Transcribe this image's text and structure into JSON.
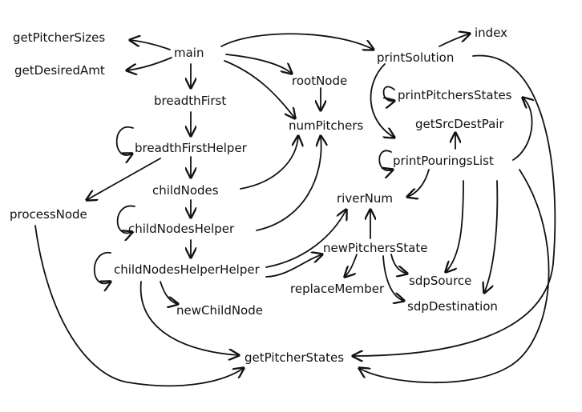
{
  "diagram": {
    "ink_color": "#111111",
    "background": "#ffffff",
    "nodes": [
      {
        "id": "getPitcherSizes",
        "label": "getPitcherSizes"
      },
      {
        "id": "getDesiredAmt",
        "label": "getDesiredAmt"
      },
      {
        "id": "main",
        "label": "main"
      },
      {
        "id": "rootNode",
        "label": "rootNode"
      },
      {
        "id": "printSolution",
        "label": "printSolution"
      },
      {
        "id": "index",
        "label": "index"
      },
      {
        "id": "breadthFirst",
        "label": "breadthFirst"
      },
      {
        "id": "printPitchersStates",
        "label": "printPitchersStates"
      },
      {
        "id": "numPitchers",
        "label": "numPitchers"
      },
      {
        "id": "getSrcDestPair",
        "label": "getSrcDestPair"
      },
      {
        "id": "breadthFirstHelper",
        "label": "breadthFirstHelper"
      },
      {
        "id": "printPouringsList",
        "label": "printPouringsList"
      },
      {
        "id": "childNodes",
        "label": "childNodes"
      },
      {
        "id": "riverNum",
        "label": "riverNum"
      },
      {
        "id": "processNode",
        "label": "processNode"
      },
      {
        "id": "childNodesHelper",
        "label": "childNodesHelper"
      },
      {
        "id": "newPitchersState",
        "label": "newPitchersState"
      },
      {
        "id": "childNodesHelperHelper",
        "label": "childNodesHelperHelper"
      },
      {
        "id": "sdpSource",
        "label": "sdpSource"
      },
      {
        "id": "replaceMember",
        "label": "replaceMember"
      },
      {
        "id": "newChildNode",
        "label": "newChildNode"
      },
      {
        "id": "sdpDestination",
        "label": "sdpDestination"
      },
      {
        "id": "getPitcherStates",
        "label": "getPitcherStates"
      }
    ],
    "edges": [
      {
        "from": "main",
        "to": "getPitcherSizes"
      },
      {
        "from": "main",
        "to": "getDesiredAmt"
      },
      {
        "from": "main",
        "to": "breadthFirst"
      },
      {
        "from": "main",
        "to": "rootNode"
      },
      {
        "from": "main",
        "to": "numPitchers"
      },
      {
        "from": "main",
        "to": "printSolution"
      },
      {
        "from": "printSolution",
        "to": "index"
      },
      {
        "from": "printSolution",
        "to": "printPouringsList"
      },
      {
        "from": "printSolution",
        "to": "getPitcherStates"
      },
      {
        "from": "printPitchersStates",
        "to": "printPitchersStates"
      },
      {
        "from": "rootNode",
        "to": "numPitchers"
      },
      {
        "from": "breadthFirst",
        "to": "breadthFirstHelper"
      },
      {
        "from": "breadthFirstHelper",
        "to": "breadthFirstHelper"
      },
      {
        "from": "breadthFirstHelper",
        "to": "childNodes"
      },
      {
        "from": "breadthFirstHelper",
        "to": "processNode"
      },
      {
        "from": "childNodes",
        "to": "numPitchers"
      },
      {
        "from": "childNodes",
        "to": "childNodesHelper"
      },
      {
        "from": "childNodesHelper",
        "to": "childNodesHelper"
      },
      {
        "from": "childNodesHelper",
        "to": "numPitchers"
      },
      {
        "from": "childNodesHelper",
        "to": "childNodesHelperHelper"
      },
      {
        "from": "childNodesHelperHelper",
        "to": "childNodesHelperHelper"
      },
      {
        "from": "childNodesHelperHelper",
        "to": "newChildNode"
      },
      {
        "from": "childNodesHelperHelper",
        "to": "riverNum"
      },
      {
        "from": "childNodesHelperHelper",
        "to": "newPitchersState"
      },
      {
        "from": "childNodesHelperHelper",
        "to": "getPitcherStates"
      },
      {
        "from": "processNode",
        "to": "getPitcherStates"
      },
      {
        "from": "printPouringsList",
        "to": "printPouringsList"
      },
      {
        "from": "printPouringsList",
        "to": "getSrcDestPair"
      },
      {
        "from": "printPouringsList",
        "to": "printPitchersStates"
      },
      {
        "from": "printPouringsList",
        "to": "riverNum"
      },
      {
        "from": "printPouringsList",
        "to": "sdpSource"
      },
      {
        "from": "printPouringsList",
        "to": "sdpDestination"
      },
      {
        "from": "printPouringsList",
        "to": "getPitcherStates"
      },
      {
        "from": "newPitchersState",
        "to": "riverNum"
      },
      {
        "from": "newPitchersState",
        "to": "replaceMember"
      },
      {
        "from": "newPitchersState",
        "to": "sdpSource"
      },
      {
        "from": "newPitchersState",
        "to": "sdpDestination"
      }
    ]
  }
}
